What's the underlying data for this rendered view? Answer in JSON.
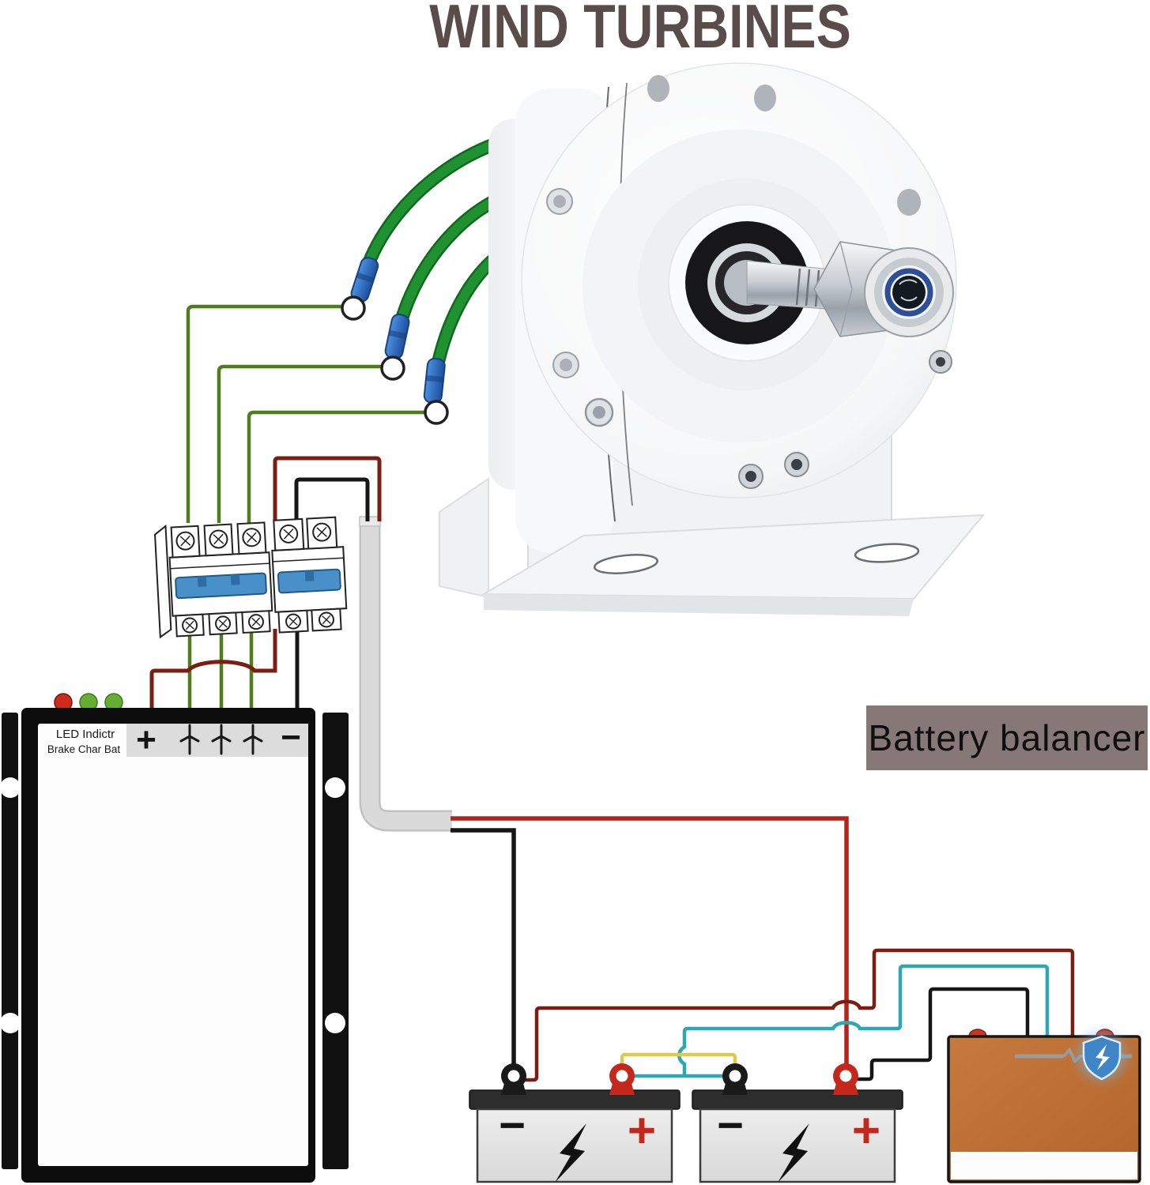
{
  "title": "WIND TURBINES",
  "controller": {
    "led_label_line1": "LED Indictr",
    "led_label_line2": "Brake Char Bat",
    "terminal_plus": "+",
    "terminal_minus": "−",
    "leds": [
      "red",
      "green",
      "green"
    ],
    "terminals": [
      "plus",
      "turbine",
      "turbine",
      "turbine",
      "minus"
    ]
  },
  "balancer": {
    "label": "Battery balancer"
  },
  "batteries": {
    "minus_symbol": "−",
    "plus_symbol": "+"
  },
  "colors": {
    "title_text": "#5b4c4c",
    "label_bg": "#877878",
    "wire_olive": "#4f7d1c",
    "cable_green": "#1f9130",
    "wire_red_dark": "#7c1d12",
    "wire_red_bright": "#b5231a",
    "wire_black": "#161616",
    "wire_cyan": "#2da7b2",
    "wire_yellow": "#ddc94e",
    "cable_gray": "#d9d9d9",
    "breaker_blue": "#4a90c8",
    "led_red": "#cf2b1c",
    "led_green": "#63b031",
    "battery_top": "#2d2d2d",
    "battery_body": "#e4e4e4",
    "terminal_red": "#c4281c",
    "box_orange": "#c06f33",
    "shield_blue": "#3e86c8"
  }
}
